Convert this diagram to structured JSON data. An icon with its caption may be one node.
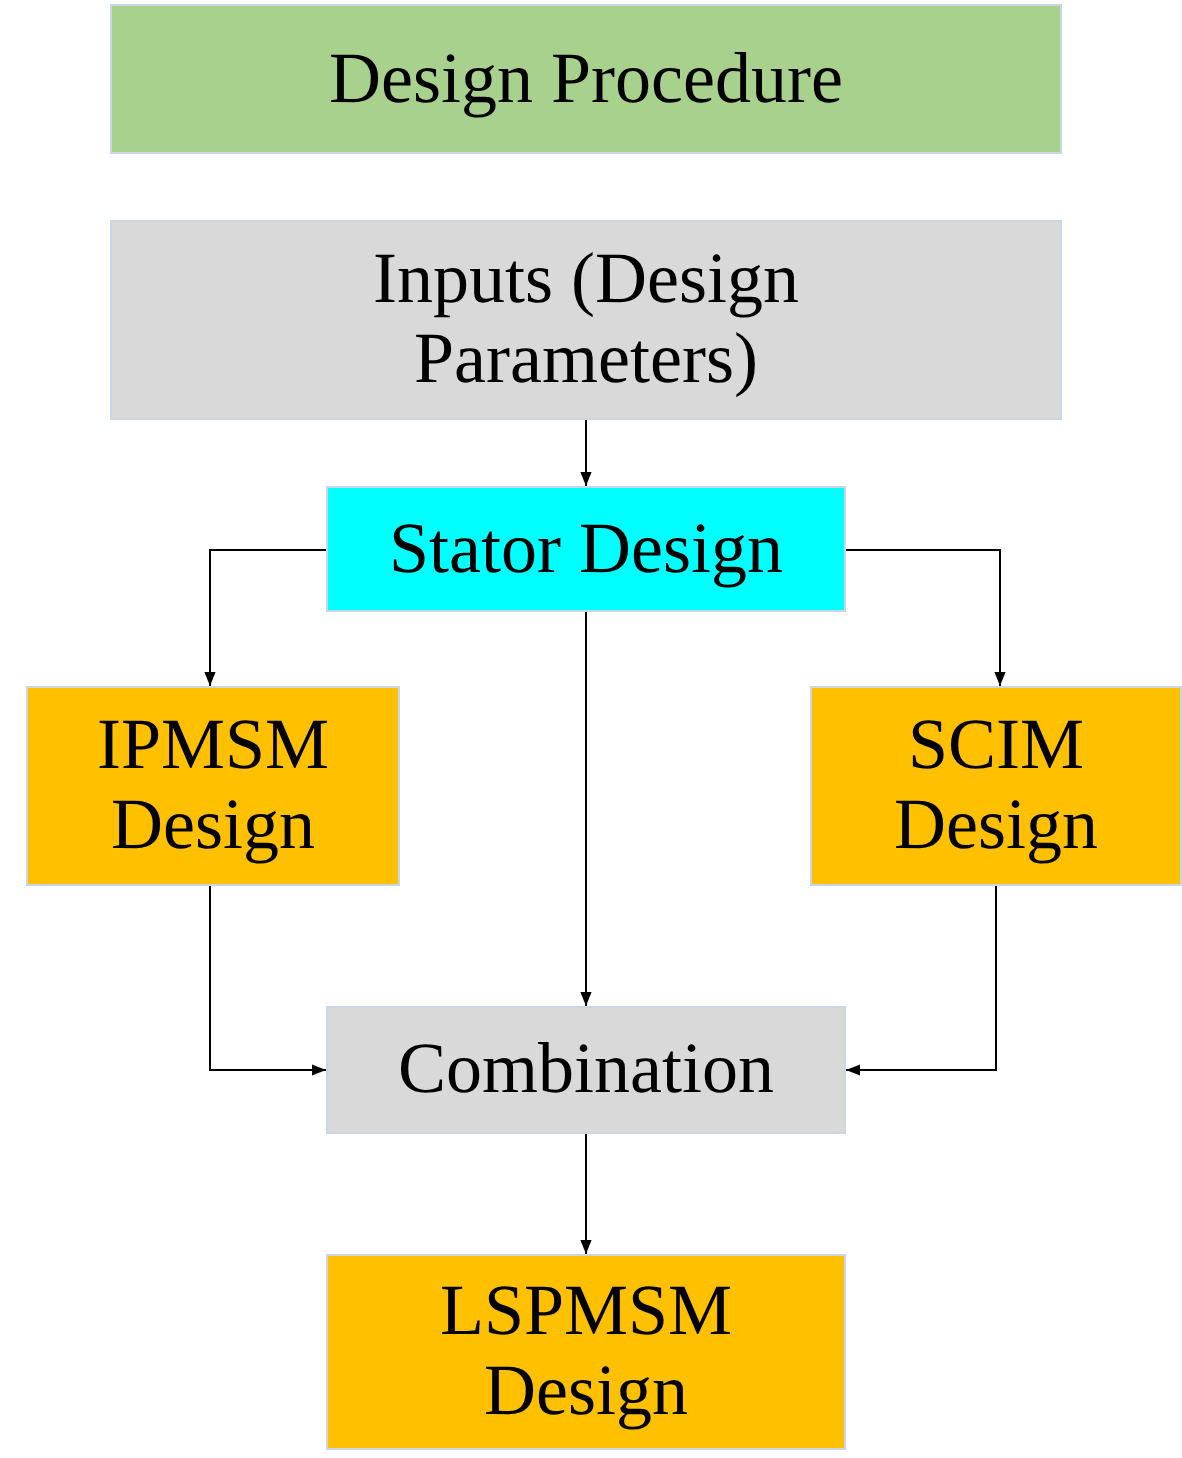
{
  "diagram": {
    "nodes": [
      {
        "text": [
          "Design Procedure"
        ]
      },
      {
        "text": [
          "Inputs (Design Parameters)"
        ]
      },
      {
        "text": [
          "Stator Design"
        ]
      },
      {
        "text": [
          "IPMSM Design"
        ]
      },
      {
        "text": [
          "SCIM Design"
        ]
      },
      {
        "text": [
          "Combination"
        ]
      },
      {
        "text": [
          "LSPMSM Design"
        ]
      }
    ],
    "edges": [
      {
        "from": 1,
        "to": 2,
        "arrow": "to"
      },
      {
        "from": 2,
        "to": 3,
        "arrow": "to"
      },
      {
        "from": 2,
        "to": 4,
        "arrow": "to"
      },
      {
        "from": 2,
        "to": 5,
        "arrow": "to"
      },
      {
        "from": 3,
        "to": 5,
        "arrow": "to"
      },
      {
        "from": 4,
        "to": 5,
        "arrow": "to"
      },
      {
        "from": 5,
        "to": 6,
        "arrow": "to"
      }
    ]
  }
}
